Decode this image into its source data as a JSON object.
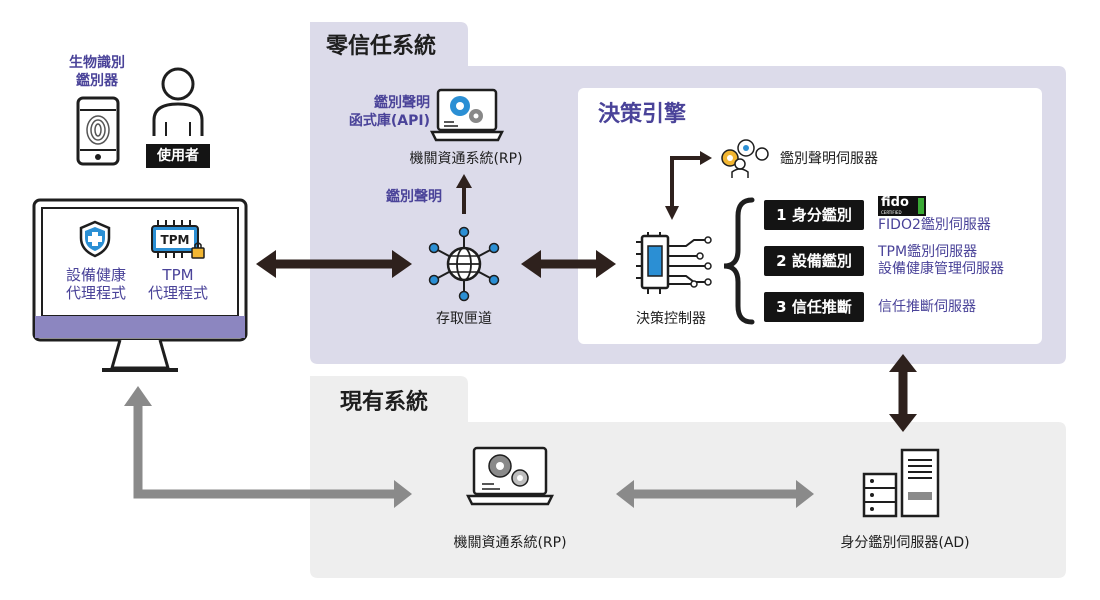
{
  "zero_trust": {
    "title": "零信任系統",
    "library_label": "鑑別聲明\n函式庫(API)",
    "rp_label": "機關資通系統(RP)",
    "assertion_label": "鑑別聲明",
    "gateway_label": "存取匣道"
  },
  "decision_engine": {
    "title": "決策引擎",
    "assertion_server_label": "鑑別聲明伺服器",
    "controller_label": "決策控制器",
    "steps": [
      {
        "badge": "1 身分鑑別",
        "servers": "FIDO2鑑別伺服器"
      },
      {
        "badge": "2 設備鑑別",
        "servers": "TPM鑑別伺服器\n設備健康管理伺服器"
      },
      {
        "badge": "3 信任推斷",
        "servers": "信任推斷伺服器"
      }
    ],
    "fido_logo": {
      "word": "fido",
      "sub": "CERTIFIED"
    }
  },
  "user_side": {
    "authenticator_label": "生物識別\n鑑別器",
    "user_badge": "使用者",
    "agent1_label": "設備健康\n代理程式",
    "agent2_label": "TPM\n代理程式",
    "tpm_chip_text": "TPM"
  },
  "existing": {
    "title": "現有系統",
    "rp_label": "機關資通系統(RP)",
    "ad_label": "身分鑑別伺服器(AD)"
  },
  "colors": {
    "zero_trust_bg": "#dcdbea",
    "existing_bg": "#eeeeee",
    "accent_purple": "#4a4399",
    "arrow_dark": "#2e211d",
    "arrow_gray": "#8a8a8a",
    "icon_blue": "#2b8fd4"
  }
}
